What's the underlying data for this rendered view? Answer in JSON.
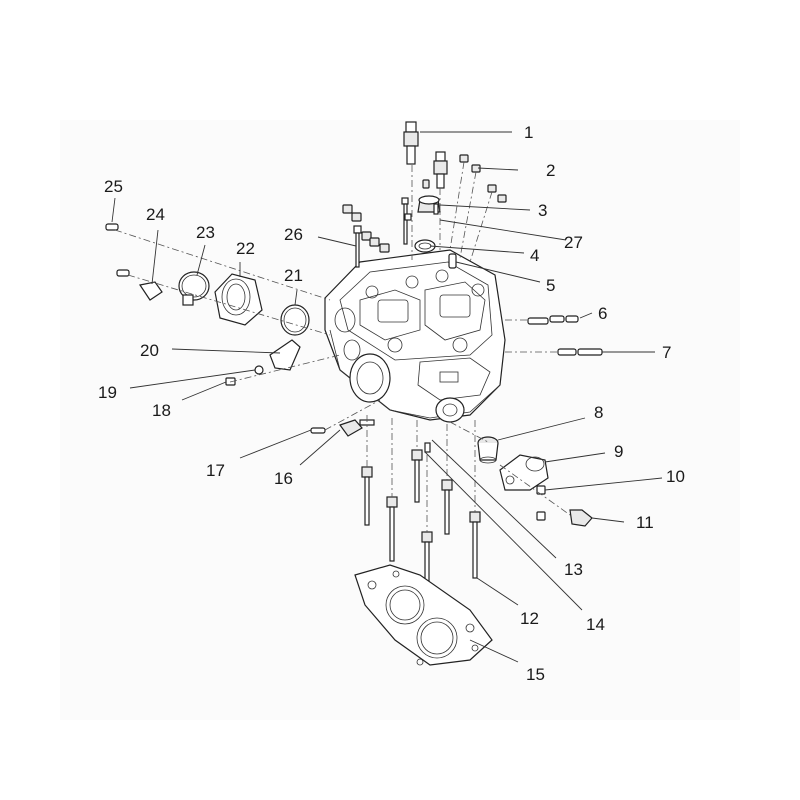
{
  "diagram": {
    "callouts": [
      {
        "num": "1"
      },
      {
        "num": "2"
      },
      {
        "num": "3"
      },
      {
        "num": "4"
      },
      {
        "num": "5"
      },
      {
        "num": "6"
      },
      {
        "num": "7"
      },
      {
        "num": "8"
      },
      {
        "num": "9"
      },
      {
        "num": "10"
      },
      {
        "num": "11"
      },
      {
        "num": "12"
      },
      {
        "num": "13"
      },
      {
        "num": "14"
      },
      {
        "num": "15"
      },
      {
        "num": "16"
      },
      {
        "num": "17"
      },
      {
        "num": "18"
      },
      {
        "num": "19"
      },
      {
        "num": "20"
      },
      {
        "num": "21"
      },
      {
        "num": "22"
      },
      {
        "num": "23"
      },
      {
        "num": "24"
      },
      {
        "num": "25"
      },
      {
        "num": "26"
      },
      {
        "num": "27"
      }
    ]
  }
}
